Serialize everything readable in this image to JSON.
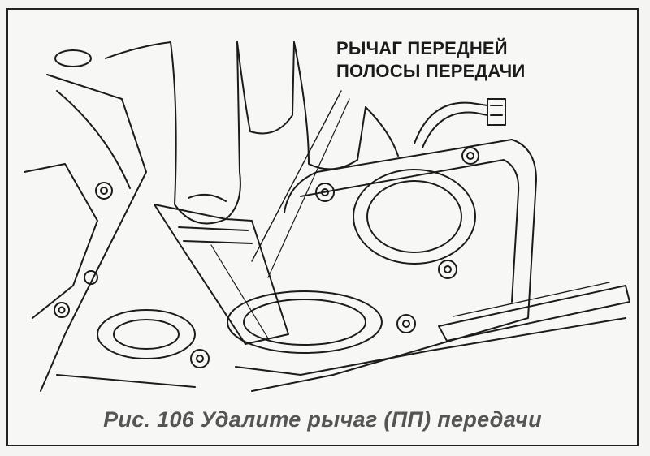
{
  "figure": {
    "callout_line1": "РЫЧАГ ПЕРЕДНЕЙ",
    "callout_line2": "ПОЛОСЫ ПЕРЕДАЧИ",
    "caption": "Рис. 106 Удалите рычаг (ПП) передачи"
  },
  "colors": {
    "line": "#1b1b1b",
    "paper": "#f7f7f5",
    "caption": "#555555"
  }
}
